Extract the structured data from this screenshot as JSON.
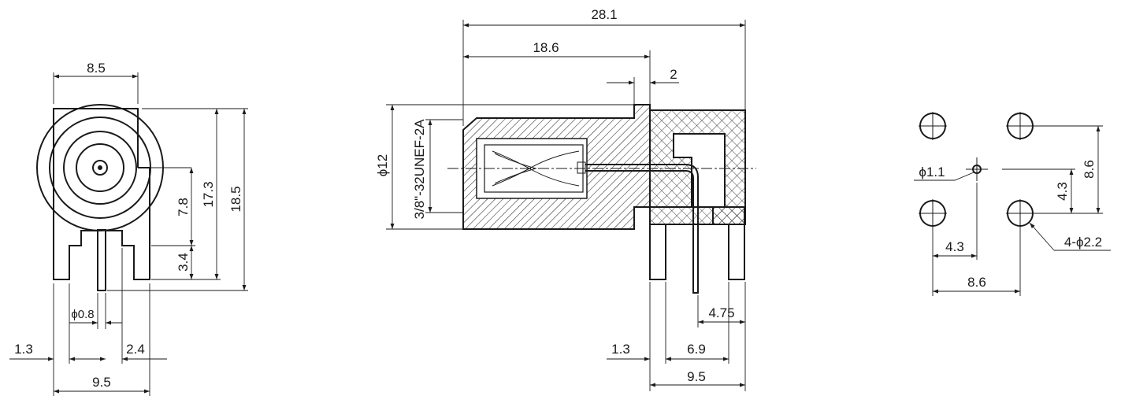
{
  "front_view": {
    "dims": {
      "width_top": "8.5",
      "height_center": "7.8",
      "height_body": "17.3",
      "height_total": "18.5",
      "pin_length": "3.4",
      "pin_dia": "ϕ0.8",
      "offset_left": "1.3",
      "pin_pitch": "2.4",
      "width_bottom": "9.5"
    }
  },
  "side_view": {
    "dims": {
      "length_total": "28.1",
      "length_thread": "18.6",
      "flange": "2",
      "thread_dia": "ϕ12",
      "thread_spec": "3/8\"-32UNEF-2A",
      "pin_offset": "4.75",
      "offset_left": "1.3",
      "pin_pitch": "6.9",
      "width_bottom": "9.5"
    }
  },
  "pcb_layout": {
    "dims": {
      "center_hole": "ϕ1.1",
      "vertical_pitch": "8.6",
      "half_vertical": "4.3",
      "half_horizontal": "4.3",
      "horizontal_pitch": "8.6",
      "mount_holes": "4-ϕ2.2"
    }
  }
}
